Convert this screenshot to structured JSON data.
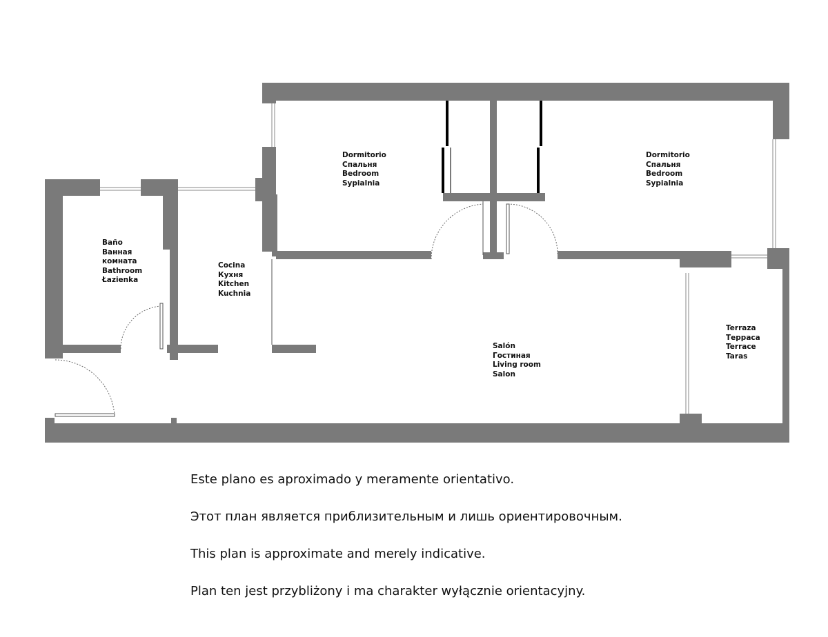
{
  "rooms": {
    "bedroom_1": [
      "Dormitorio",
      "Спальня",
      "Bedroom",
      "Sypialnia"
    ],
    "bedroom_2": [
      "Dormitorio",
      "Спальня",
      "Bedroom",
      "Sypialnia"
    ],
    "bathroom": [
      "Baño",
      "Ванная",
      "комната",
      "Bathroom",
      "Łazienka"
    ],
    "kitchen": [
      "Cocina",
      "Кухня",
      "Kitchen",
      "Kuchnia"
    ],
    "living_room": [
      "Salón",
      "Гостиная",
      "Living room",
      "Salon"
    ],
    "terrace": [
      "Terraza",
      "Терраса",
      "Terrace",
      "Taras"
    ]
  },
  "disclaimers": [
    "Este plano es aproximado y meramente orientativo.",
    "Этот план является приблизительным и лишь ориентировочным.",
    "This plan is approximate and merely indicative.",
    "Plan ten jest przybliżony i ma charakter wyłącznie orientacyjny."
  ],
  "colors": {
    "wall": "#7a7a7a",
    "background": "#ffffff",
    "closet_door": "#000000"
  }
}
